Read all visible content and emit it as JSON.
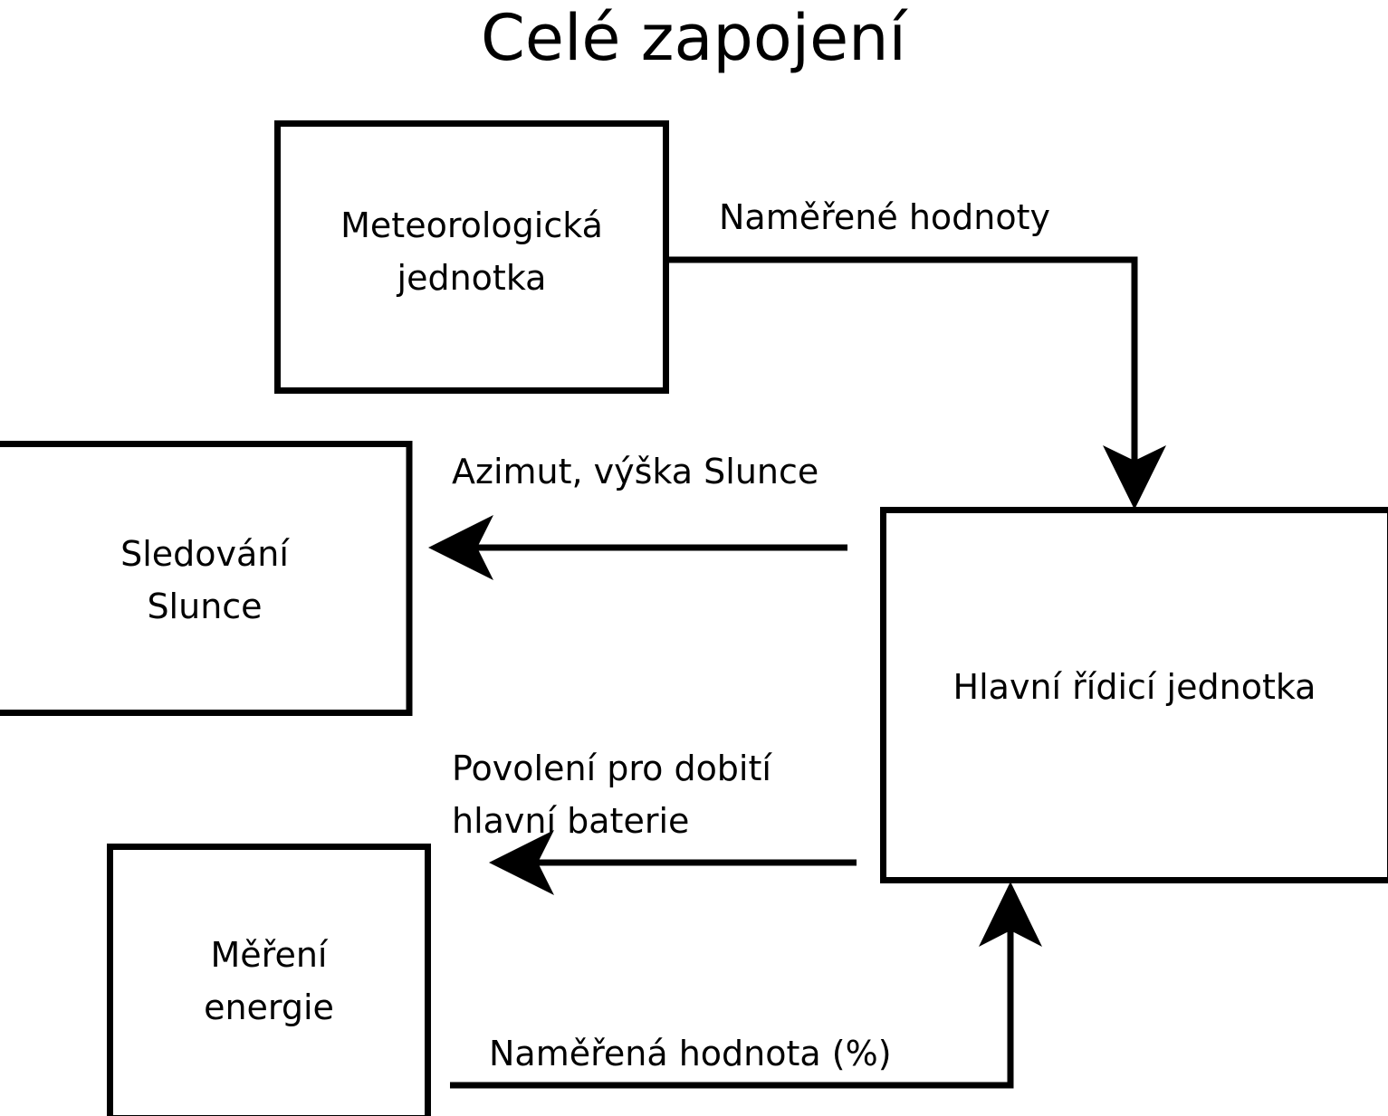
{
  "title": "Celé zapojení",
  "colors": {
    "background": "#ffffff",
    "stroke": "#000000",
    "text": "#000000"
  },
  "nodes": [
    {
      "id": "meteo-unit",
      "label_line1": "Meteorologická",
      "label_line2": "jednotka"
    },
    {
      "id": "sun-tracking",
      "label_line1": "Sledování",
      "label_line2": "Slunce"
    },
    {
      "id": "main-control-unit",
      "label_line1": "Hlavní řídicí jednotka",
      "label_line2": ""
    },
    {
      "id": "energy-measurement",
      "label_line1": "Měření",
      "label_line2": "energie"
    }
  ],
  "edges": [
    {
      "id": "meteo-to-main",
      "label": "Naměřené hodnoty",
      "from": "meteo-unit",
      "to": "main-control-unit"
    },
    {
      "id": "main-to-sun",
      "label": "Azimut, výška Slunce",
      "from": "main-control-unit",
      "to": "sun-tracking"
    },
    {
      "id": "main-to-energy",
      "label_line1": "Povolení pro dobití",
      "label_line2": "hlavní baterie",
      "from": "main-control-unit",
      "to": "energy-measurement"
    },
    {
      "id": "energy-to-main",
      "label": "Naměřená hodnota (%)",
      "from": "energy-measurement",
      "to": "main-control-unit"
    }
  ],
  "chart_data": {
    "type": "diagram",
    "title": "Celé zapojení",
    "nodes": [
      "Meteorologická jednotka",
      "Sledování Slunce",
      "Hlavní řídicí jednotka",
      "Měření energie"
    ],
    "links": [
      {
        "source": "Meteorologická jednotka",
        "target": "Hlavní řídicí jednotka",
        "label": "Naměřené hodnoty"
      },
      {
        "source": "Hlavní řídicí jednotka",
        "target": "Sledování Slunce",
        "label": "Azimut, výška Slunce"
      },
      {
        "source": "Hlavní řídicí jednotka",
        "target": "Měření energie",
        "label": "Povolení pro dobití hlavní baterie"
      },
      {
        "source": "Měření energie",
        "target": "Hlavní řídicí jednotka",
        "label": "Naměřená hodnota (%)"
      }
    ]
  }
}
